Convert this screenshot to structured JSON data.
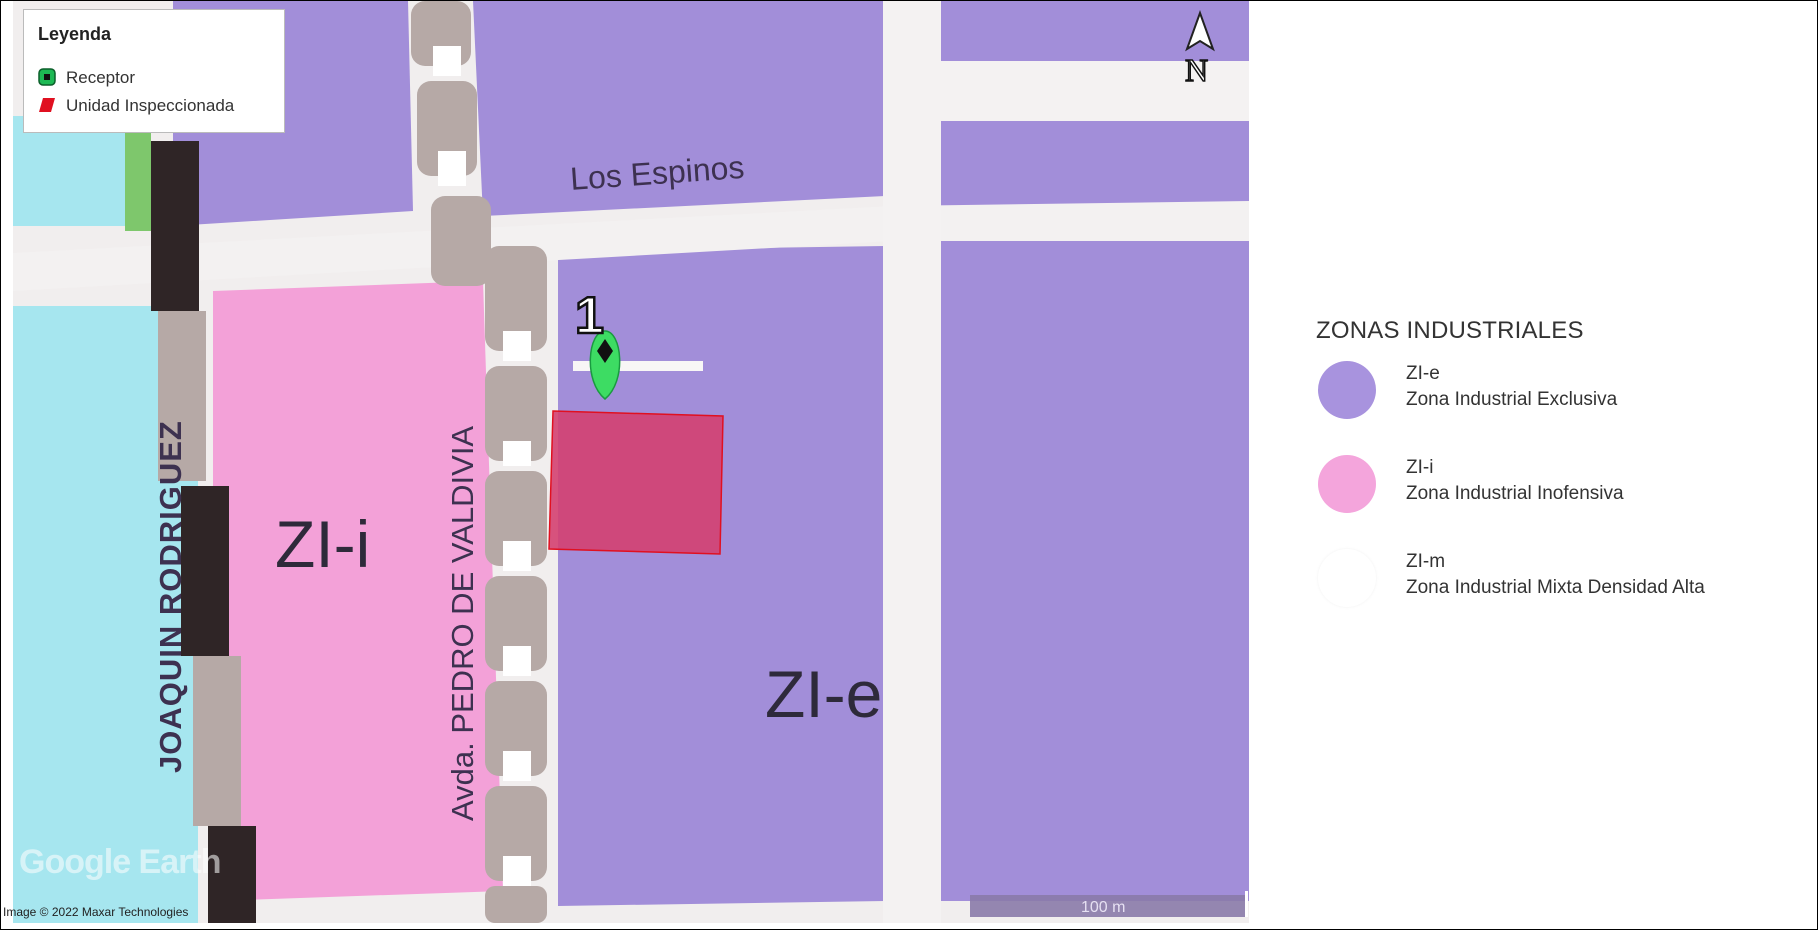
{
  "legend": {
    "title": "Leyenda",
    "items": [
      {
        "label": "Receptor",
        "icon": "receptor-marker-icon",
        "color": "#1db954"
      },
      {
        "label": "Unidad Inspeccionada",
        "icon": "inspected-unit-icon",
        "color": "#e01020"
      }
    ]
  },
  "map": {
    "streets": {
      "los_espinos": "Los Espinos",
      "pedro_de_valdivia": "Avda. PEDRO DE VALDIVIA",
      "joaquin_rodriguez": "JOAQUIN RODRIGUEZ"
    },
    "zone_labels": {
      "zi_i": "ZI-i",
      "zi_e": "ZI-e"
    },
    "receptor_number": "1",
    "north_letter": "N",
    "scale_label": "100 m",
    "brand": "Google Earth",
    "attribution": "Image © 2022 Maxar Technologies",
    "colors": {
      "industrial_exclusive": "#a28ed9",
      "industrial_inoffensive": "#f3a1d8",
      "water_cyan": "#a6e6ef",
      "inspected_unit": "#d44070",
      "receptor_marker": "#3ddc63"
    }
  },
  "zones": {
    "title": "ZONAS INDUSTRIALES",
    "items": [
      {
        "code": "ZI-e",
        "name": "Zona Industrial Exclusiva",
        "color": "#a893de"
      },
      {
        "code": "ZI-i",
        "name": "Zona Industrial Inofensiva",
        "color": "#f4a5dc"
      },
      {
        "code": "ZI-m",
        "name": "Zona Industrial Mixta Densidad Alta",
        "color": "#ffffff"
      }
    ]
  }
}
